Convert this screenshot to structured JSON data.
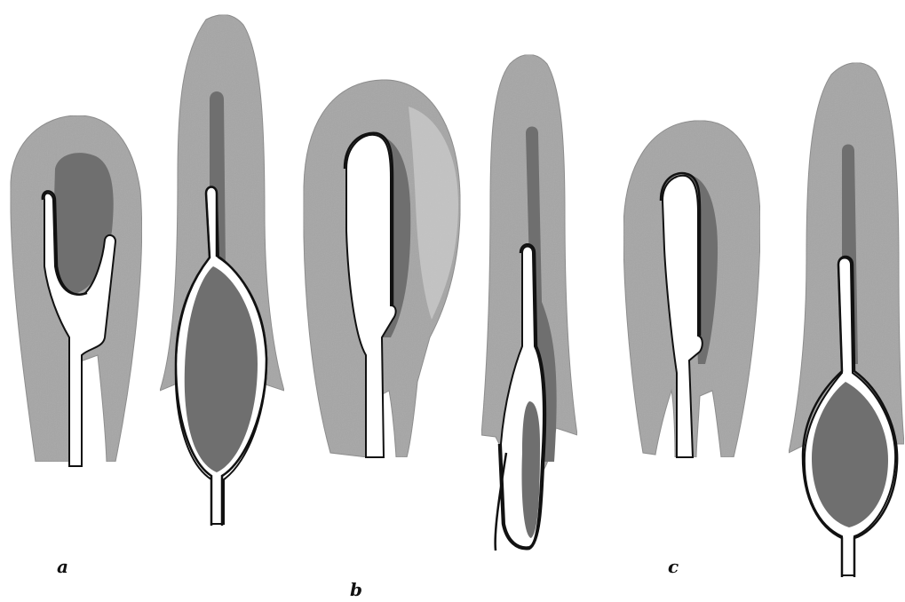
{
  "figure": {
    "panel_labels": {
      "a": "a",
      "b": "b",
      "c": "c"
    },
    "colors": {
      "background": "#ffffff",
      "outer_tissue": "#a6a6a6",
      "outer_edge": "#8a8a8a",
      "inner_tissue": "#6f6f6f",
      "cavity": "#ffffff",
      "outline": "#111111",
      "speckle": "#d8d8d8"
    },
    "panels": [
      {
        "id": "a",
        "shapes": [
          "stage-1",
          "stage-2"
        ]
      },
      {
        "id": "b",
        "shapes": [
          "stage-3",
          "stage-4"
        ]
      },
      {
        "id": "c",
        "shapes": [
          "stage-5",
          "stage-6"
        ]
      }
    ]
  }
}
